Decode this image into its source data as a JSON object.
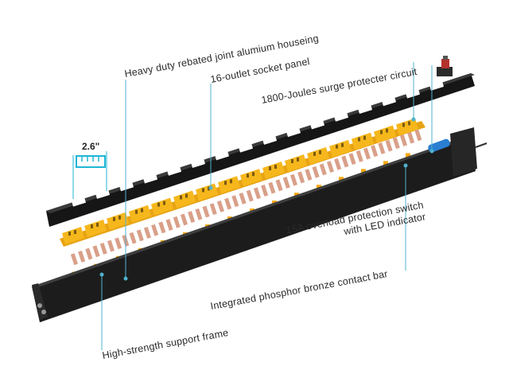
{
  "labels": {
    "housing": "Heavy duty rebated joint alumium houseing",
    "socket_panel": "16-outlet socket panel",
    "surge": "1800-Joules surge protecter circuit",
    "switch_line1": "15A overload protection switch",
    "switch_line2": "with LED indicator",
    "contact_bar": "Integrated phosphor bronze contact bar",
    "support_frame": "High-strength support frame",
    "dimension": "2.6\""
  },
  "colors": {
    "housing": "#1c1c1c",
    "outlet_yellow": "#f6b71c",
    "contact_copper": "#d9a089",
    "leader_blue": "#4fb3cf",
    "dimension_cyan": "#1fb5d6",
    "spring_blue": "#2a7fd3",
    "switch_red": "#b3322b"
  },
  "counts": {
    "outlets": 16
  }
}
